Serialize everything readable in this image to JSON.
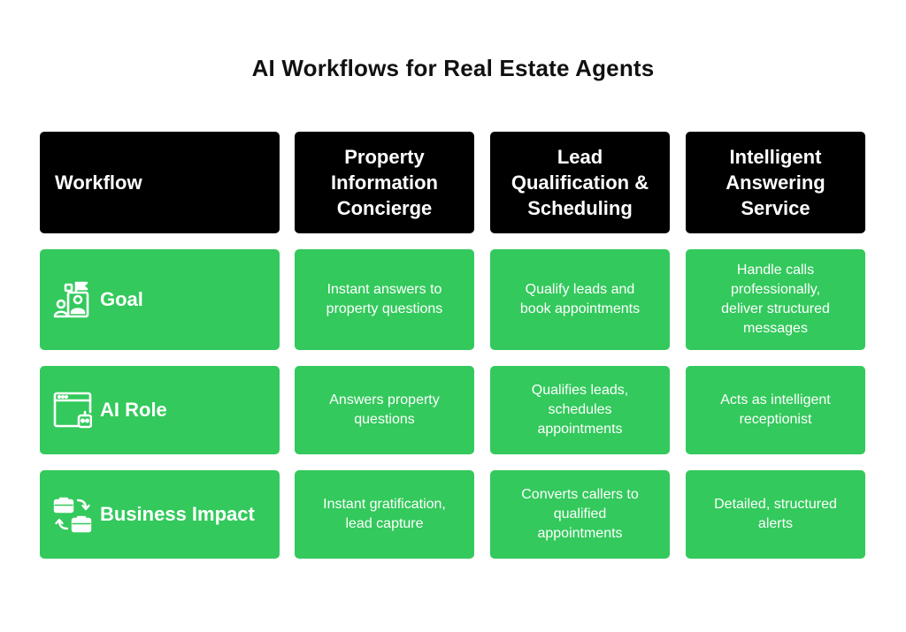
{
  "title": "AI Workflows for Real Estate Agents",
  "header": {
    "col0": "Workflow",
    "col1": "Property\nInformation\nConcierge",
    "col2": "Lead\nQualification &\nScheduling",
    "col3": "Intelligent\nAnswering\nService"
  },
  "rows": [
    {
      "label": "Goal",
      "icon": "people-target-icon",
      "cells": [
        "Instant answers to\nproperty questions",
        "Qualify leads and\nbook appointments",
        "Handle calls\nprofessionally,\ndeliver structured\nmessages"
      ]
    },
    {
      "label": "AI Role",
      "icon": "browser-robot-icon",
      "cells": [
        "Answers property\nquestions",
        "Qualifies leads,\nschedules\nappointments",
        "Acts as intelligent\nreceptionist"
      ]
    },
    {
      "label": "Business Impact",
      "icon": "briefcase-exchange-icon",
      "cells": [
        "Instant gratification,\nlead capture",
        "Converts callers to\nqualified\nappointments",
        "Detailed, structured\nalerts"
      ]
    }
  ],
  "colors": {
    "header_bg": "#000000",
    "cell_bg": "#33c95c",
    "text_light": "#ffffff",
    "title_text": "#111111"
  }
}
